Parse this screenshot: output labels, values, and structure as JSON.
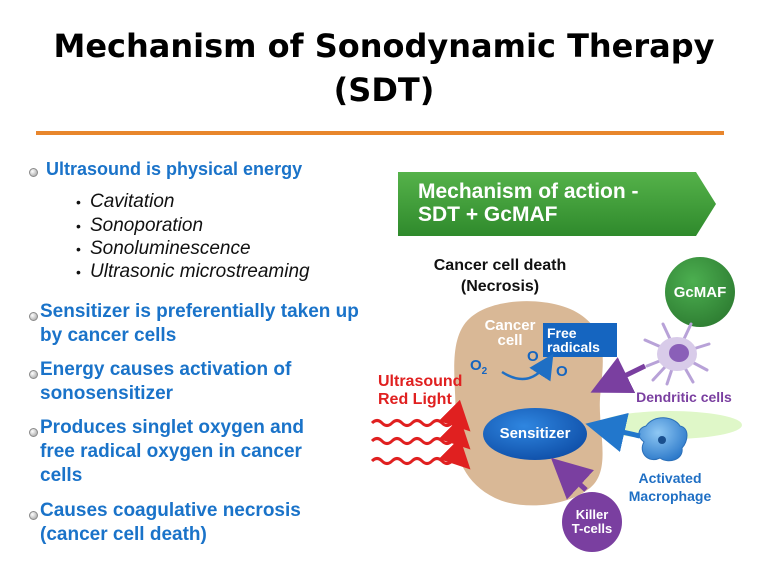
{
  "title": {
    "line1": "Mechanism of Sonodynamic Therapy",
    "line2": "(SDT)"
  },
  "bullets": [
    "Ultrasound is physical energy",
    "Sensitizer is preferentially taken up by cancer cells",
    "Energy causes activation of sonosensitizer",
    "Produces singlet oxygen and free radical oxygen in cancer cells",
    "Causes coagulative necrosis (cancer cell death)"
  ],
  "sub_bullets": [
    "Cavitation",
    "Sonoporation",
    "Sonoluminescence",
    "Ultrasonic microstreaming"
  ],
  "diagram": {
    "banner": {
      "line1": "Mechanism of action -",
      "line2": "SDT + GcMAF"
    },
    "cell_death": {
      "line1": "Cancer cell death",
      "line2": "(Necrosis)"
    },
    "cancer_cell": {
      "line1": "Cancer",
      "line2": "cell"
    },
    "free_radicals": {
      "line1": "Free",
      "line2": "radicals"
    },
    "o2": "O",
    "o2_sub": "2",
    "o_label": "O",
    "ultrasound": {
      "line1": "Ultrasound",
      "line2": "Red Light"
    },
    "sensitizer": "Sensitizer",
    "gcmaf": "GcMAF",
    "dendritic": "Dendritic cells",
    "macrophage": {
      "line1": "Activated",
      "line2": "Macrophage"
    },
    "killer": {
      "line1": "Killer",
      "line2": "T-cells"
    },
    "colors": {
      "accent_rule": "#e8862c",
      "bullet_blue": "#1a73c9",
      "banner_green": "#3f9a3a",
      "cell_tan": "#d9b896",
      "sensitizer_blue": "#1565c0",
      "ultrasound_red": "#e02020",
      "arrow_purple": "#7a3fa0",
      "arrow_blue": "#2277cc",
      "gcmaf_green": "#3f9a3a"
    },
    "icons": [
      "dendritic-cell-icon",
      "macrophage-icon",
      "ultrasound-wave-icon"
    ]
  }
}
